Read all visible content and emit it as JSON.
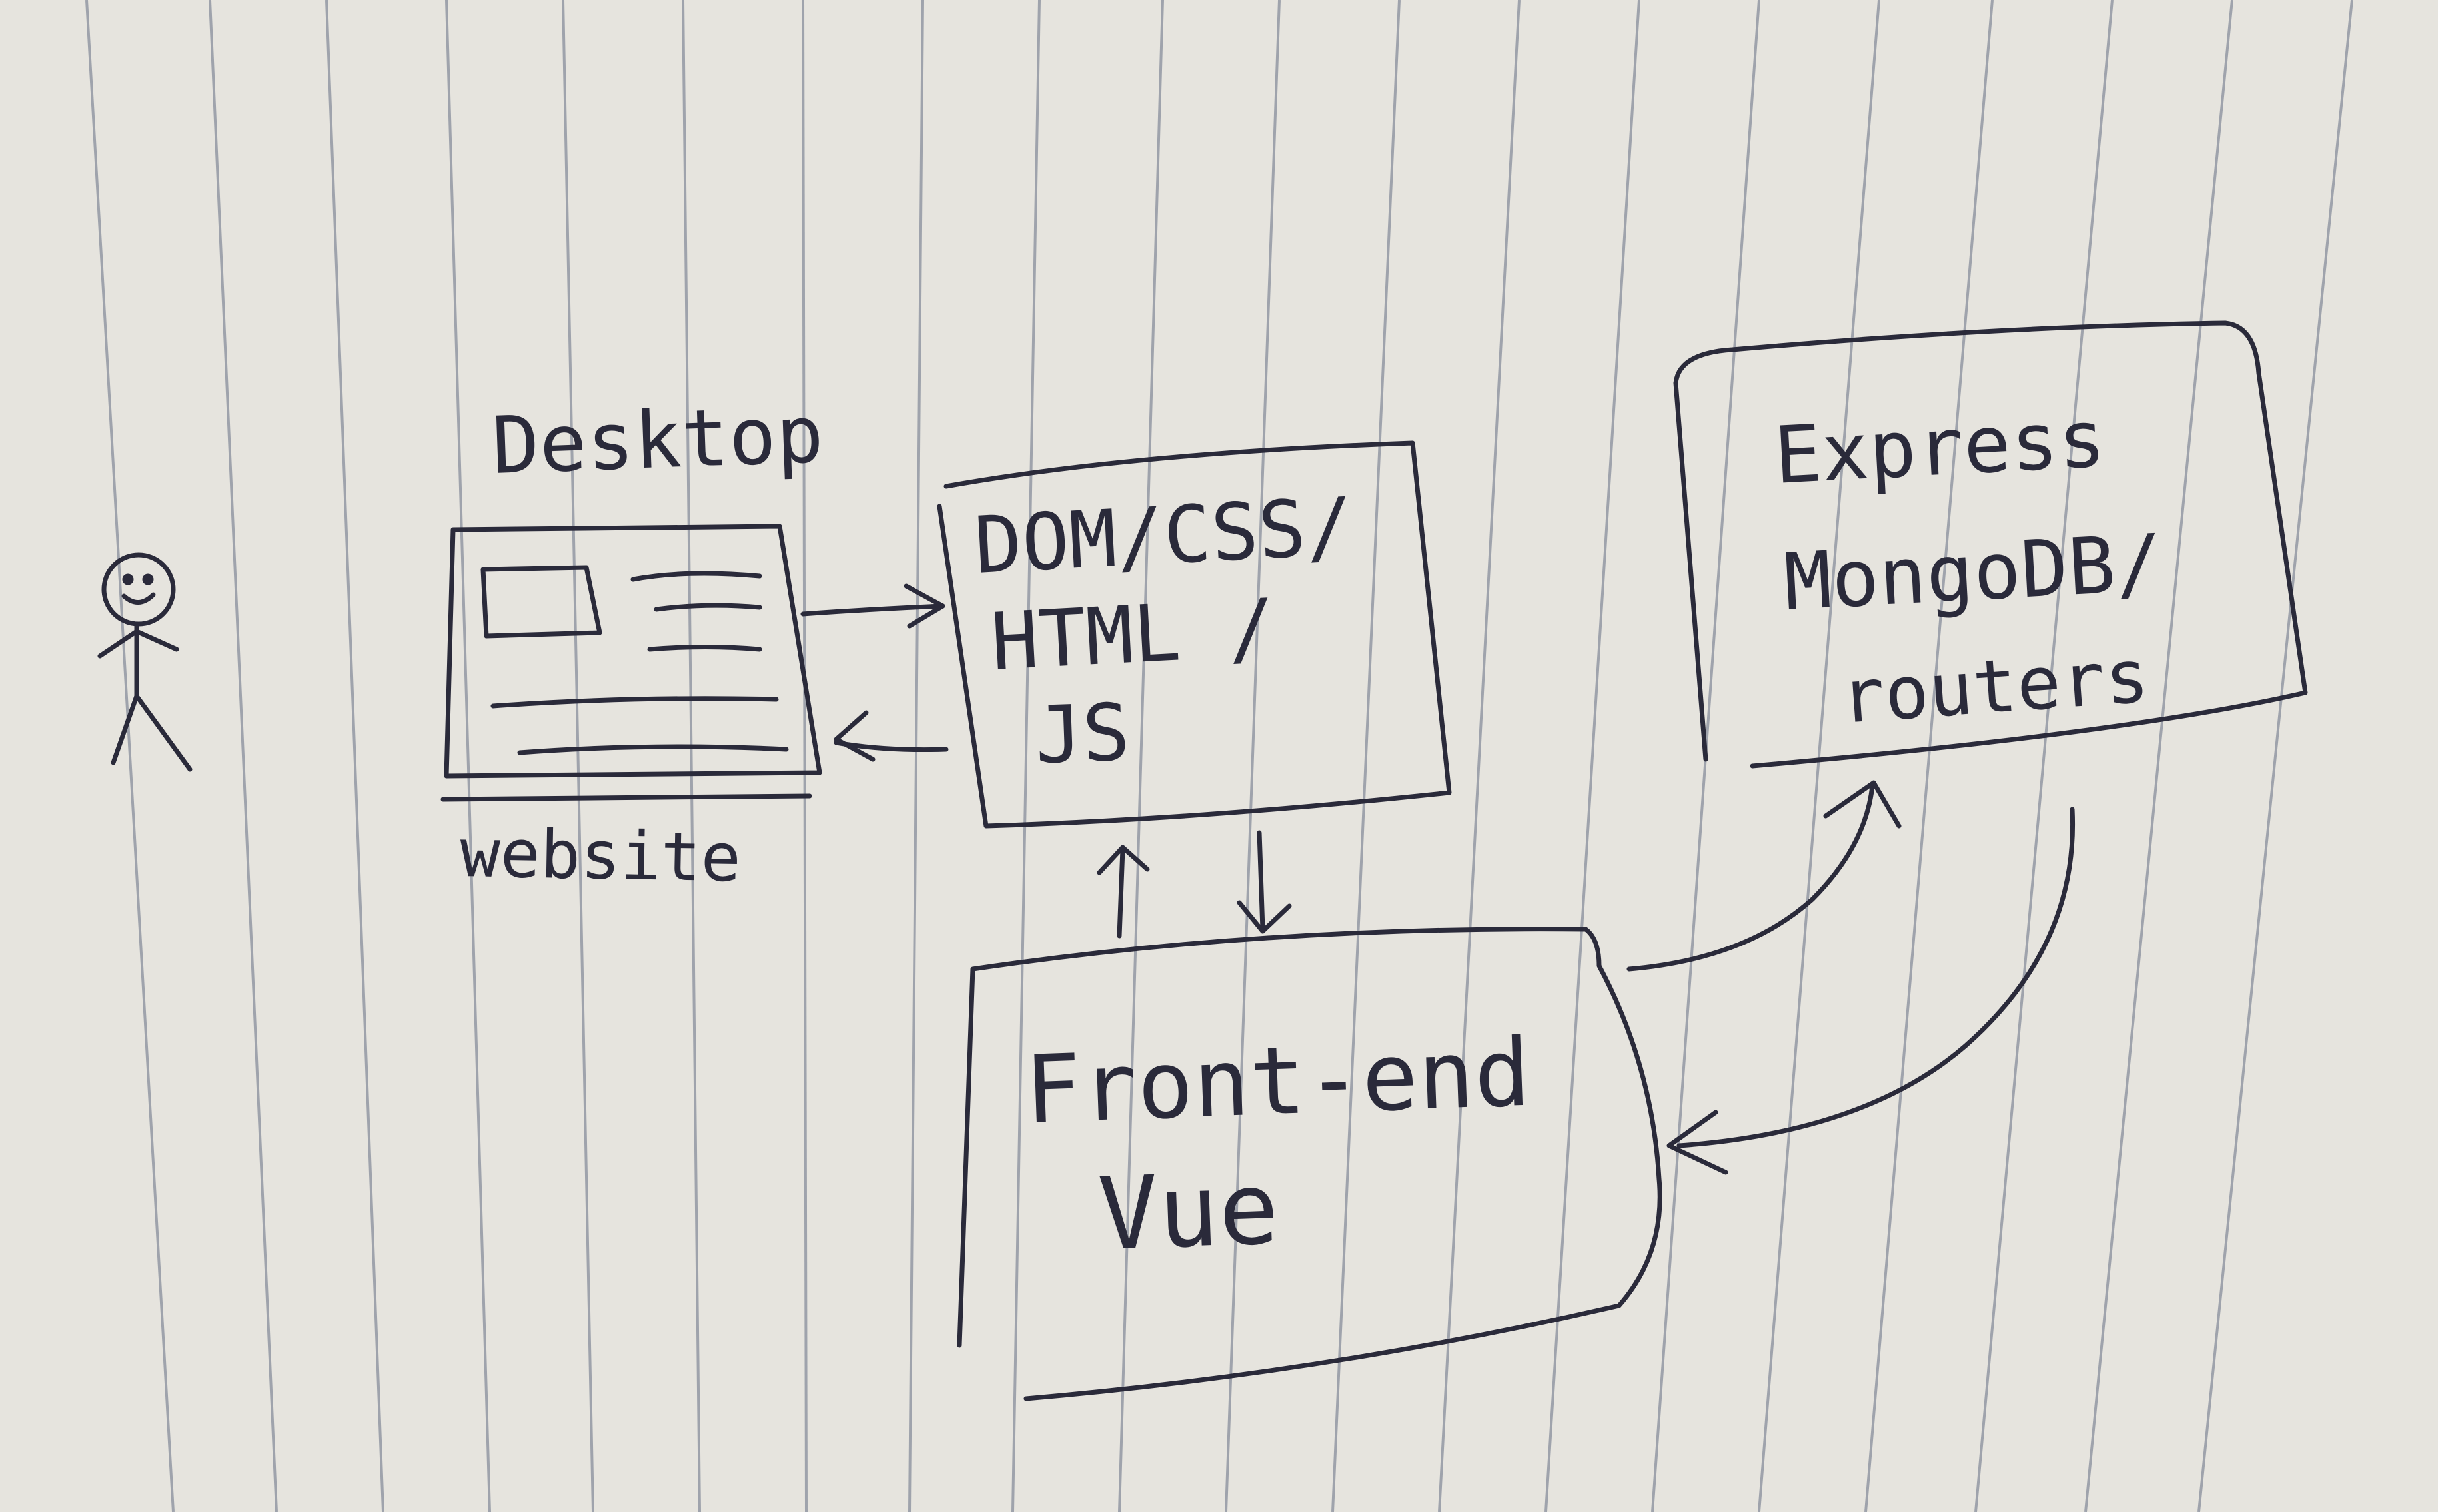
{
  "diagram": {
    "person": {
      "icon": "stick-figure-icon"
    },
    "desktop": {
      "title": "Desktop",
      "caption": "website",
      "icon": "website-wireframe-icon"
    },
    "dom_box": {
      "lines": [
        "DOM/CSS/",
        "HTML /",
        "JS"
      ]
    },
    "frontend_box": {
      "lines": [
        "Front-end",
        "Vue"
      ]
    },
    "backend_box": {
      "lines": [
        "Express",
        "MongoDB/",
        "routers"
      ]
    }
  },
  "colors": {
    "paper": "#e6e4de",
    "ruled_line": "#9fa3ac",
    "ink": "#2a2a3a"
  }
}
